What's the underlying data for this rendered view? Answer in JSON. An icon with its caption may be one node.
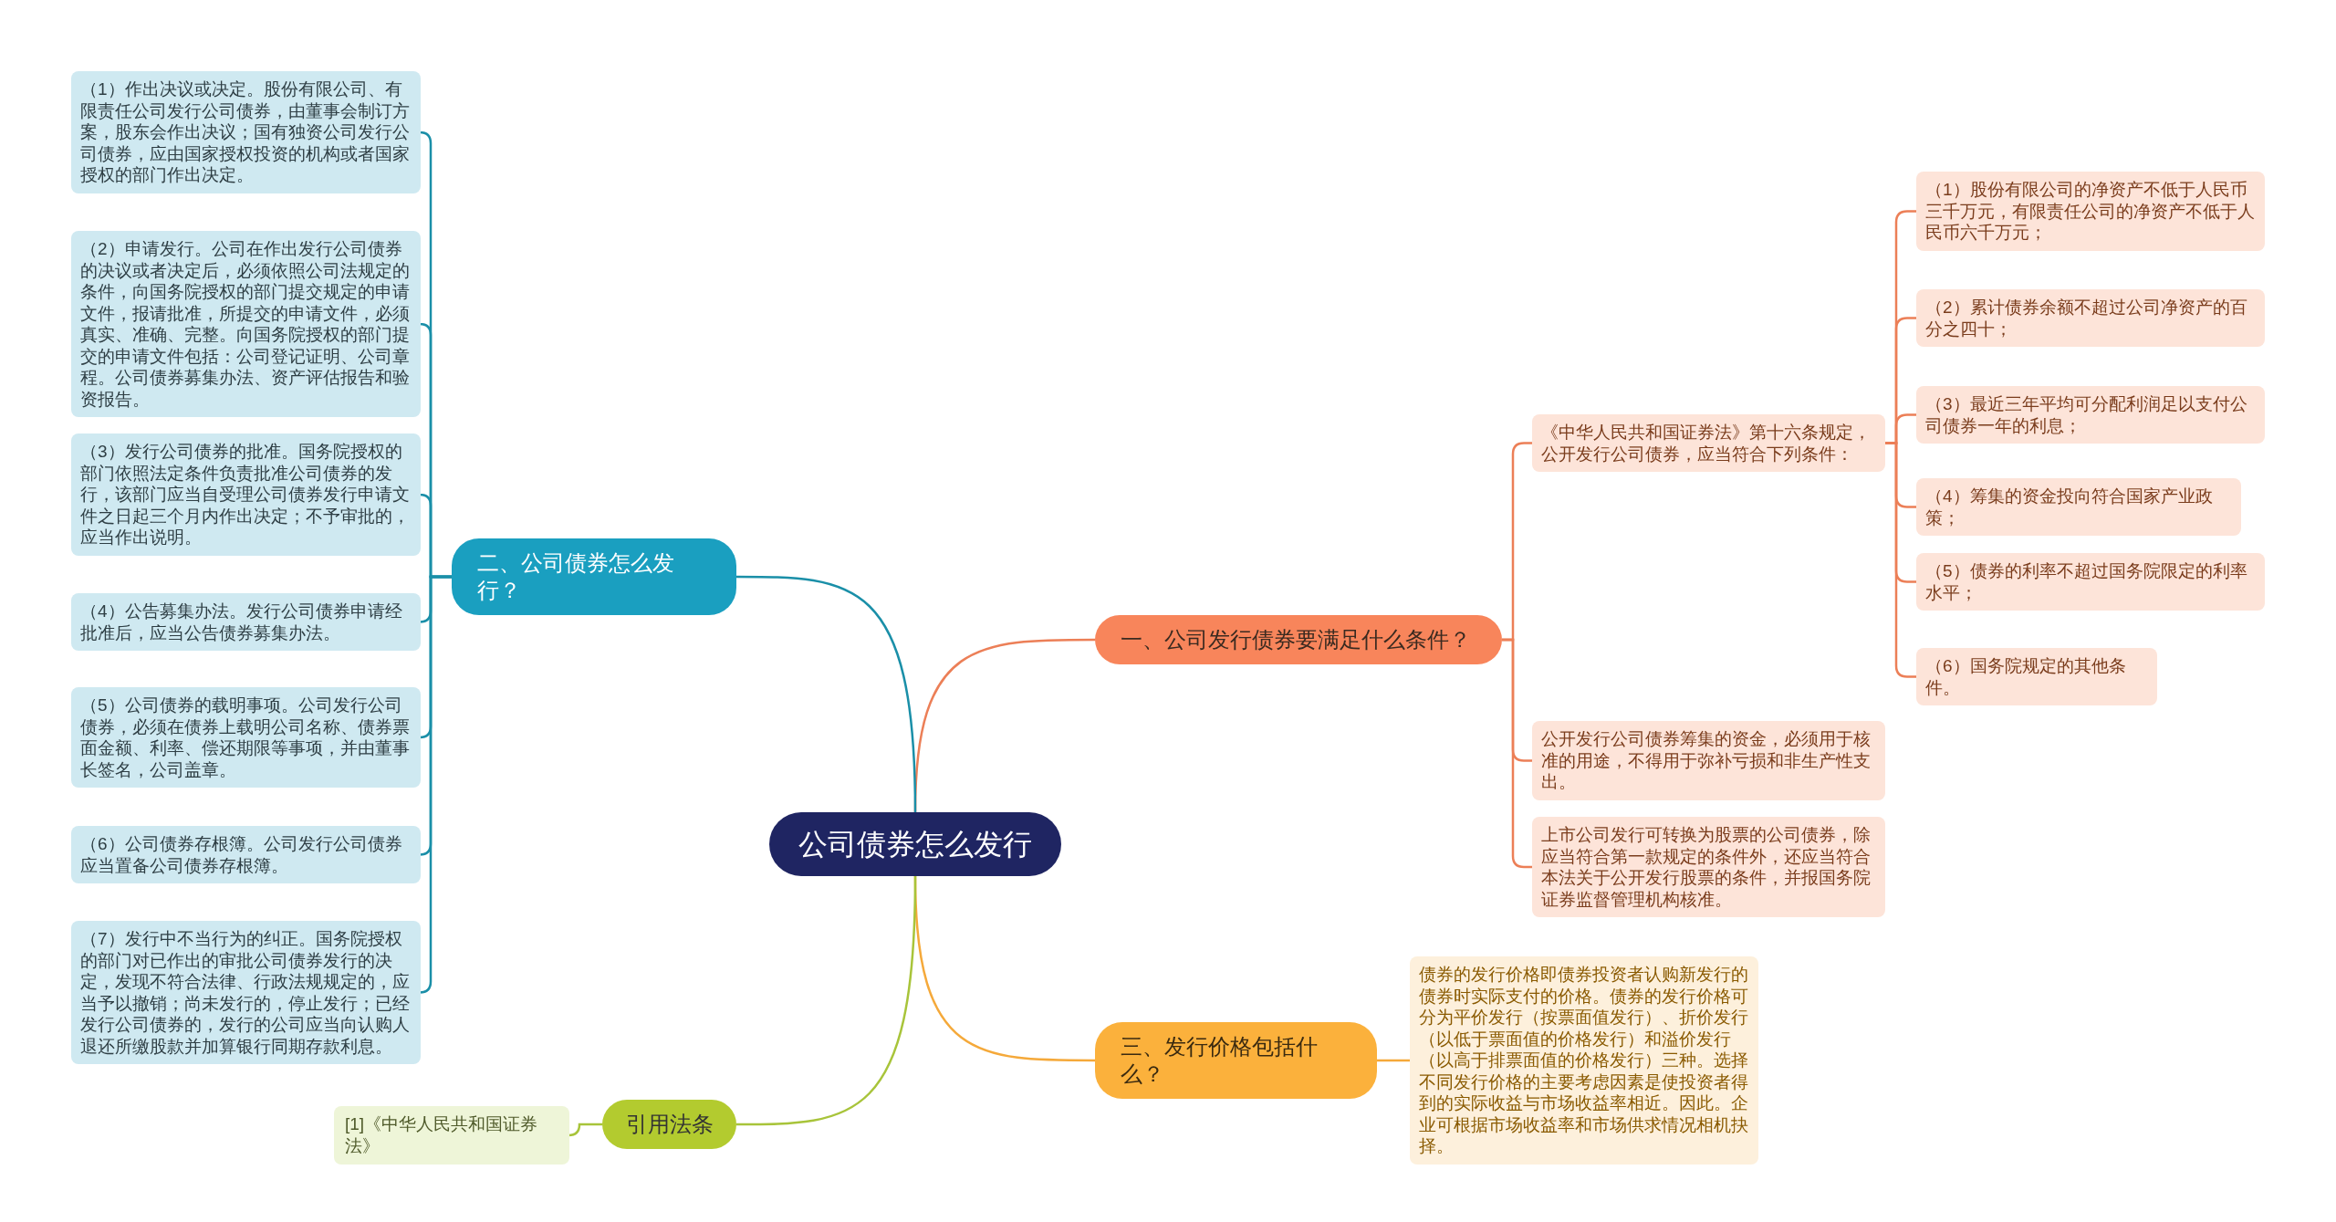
{
  "diagram": {
    "nodes": [
      {
        "text": [
          "公司债券怎么发行"
        ]
      },
      {
        "text": [
          "一、公司发行债券要满足什么条件？"
        ]
      },
      {
        "text": [
          "《中华人民共和国证券法》第十六条规定，公开发行公司债券，应当符合下列条件："
        ]
      },
      {
        "text": [
          "（1）股份有限公司的净资产不低于人民币三千万元，有限责任公司的净资产不低于人民币六千万元；"
        ]
      },
      {
        "text": [
          "（2）累计债券余额不超过公司净资产的百分之四十；"
        ]
      },
      {
        "text": [
          "（3）最近三年平均可分配利润足以支付公司债券一年的利息；"
        ]
      },
      {
        "text": [
          "（4）筹集的资金投向符合国家产业政策；"
        ]
      },
      {
        "text": [
          "（5）债券的利率不超过国务院限定的利率水平；"
        ]
      },
      {
        "text": [
          "（6）国务院规定的其他条件。"
        ]
      },
      {
        "text": [
          "公开发行公司债券筹集的资金，必须用于核准的用途，不得用于弥补亏损和非生产性支出。"
        ]
      },
      {
        "text": [
          "上市公司发行可转换为股票的公司债券，除应当符合第一款规定的条件外，还应当符合本法关于公开发行股票的条件，并报国务院证券监督管理机构核准。"
        ]
      },
      {
        "text": [
          "二、公司债券怎么发行？"
        ]
      },
      {
        "text": [
          "（1）作出决议或决定。股份有限公司、有限责任公司发行公司债券，由董事会制订方案，股东会作出决议；国有独资公司发行公司债券，应由国家授权投资的机构或者国家授权的部门作出决定。"
        ]
      },
      {
        "text": [
          "（2）申请发行。公司在作出发行公司债券的决议或者决定后，必须依照公司法规定的条件，向国务院授权的部门提交规定的申请文件，报请批准，所提交的申请文件，必须真实、准确、完整。向国务院授权的部门提交的申请文件包括：公司登记证明、公司章程。公司债券募集办法、资产评估报告和验资报告。"
        ]
      },
      {
        "text": [
          "（3）发行公司债券的批准。国务院授权的部门依照法定条件负责批准公司债券的发行，该部门应当自受理公司债券发行申请文件之日起三个月内作出决定；不予审批的，应当作出说明。"
        ]
      },
      {
        "text": [
          "（4）公告募集办法。发行公司债券申请经批准后，应当公告债券募集办法。"
        ]
      },
      {
        "text": [
          "（5）公司债券的载明事项。公司发行公司债券，必须在债券上载明公司名称、债券票面金额、利率、偿还期限等事项，并由董事长签名，公司盖章。"
        ]
      },
      {
        "text": [
          "（6）公司债券存根簿。公司发行公司债券应当置备公司债券存根簿。"
        ]
      },
      {
        "text": [
          "（7）发行中不当行为的纠正。国务院授权的部门对已作出的审批公司债券发行的决定，发现不符合法律、行政法规规定的，应当予以撤销；尚未发行的，停止发行；已经发行公司债券的，发行的公司应当向认购人退还所缴股款并加算银行同期存款利息。"
        ]
      },
      {
        "text": [
          "三、发行价格包括什么？"
        ]
      },
      {
        "text": [
          "债券的发行价格即债券投资者认购新发行的债券时实际支付的价格。债券的发行价格可分为平价发行（按票面值发行）、折价发行（以低于票面值的价格发行）和溢价发行（以高于排票面值的价格发行）三种。选择不同发行价格的主要考虑因素是使投资者得到的实际收益与市场收益率相近。因此。企业可根据市场收益率和市场供求情况相机抉择。"
        ]
      },
      {
        "text": [
          "引用法条"
        ]
      },
      {
        "text": [
          "[1]《中华人民共和国证券法》"
        ]
      }
    ],
    "edges": [
      {
        "from": 0,
        "to": 1,
        "arrow": "none"
      },
      {
        "from": 1,
        "to": 2,
        "arrow": "none"
      },
      {
        "from": 2,
        "to": 3,
        "arrow": "none"
      },
      {
        "from": 2,
        "to": 4,
        "arrow": "none"
      },
      {
        "from": 2,
        "to": 5,
        "arrow": "none"
      },
      {
        "from": 2,
        "to": 6,
        "arrow": "none"
      },
      {
        "from": 2,
        "to": 7,
        "arrow": "none"
      },
      {
        "from": 2,
        "to": 8,
        "arrow": "none"
      },
      {
        "from": 1,
        "to": 9,
        "arrow": "none"
      },
      {
        "from": 1,
        "to": 10,
        "arrow": "none"
      },
      {
        "from": 0,
        "to": 11,
        "arrow": "none",
        "color": "#1a8fa8"
      },
      {
        "from": 11,
        "to": 12,
        "arrow": "none",
        "color": "#1a8fa8"
      },
      {
        "from": 11,
        "to": 13,
        "arrow": "none",
        "color": "#1a8fa8"
      },
      {
        "from": 11,
        "to": 14,
        "arrow": "none",
        "color": "#1a8fa8"
      },
      {
        "from": 11,
        "to": 15,
        "arrow": "none",
        "color": "#1a8fa8"
      },
      {
        "from": 11,
        "to": 16,
        "arrow": "none",
        "color": "#1a8fa8"
      },
      {
        "from": 11,
        "to": 17,
        "arrow": "none",
        "color": "#1a8fa8"
      },
      {
        "from": 11,
        "to": 18,
        "arrow": "none",
        "color": "#1a8fa8"
      },
      {
        "from": 0,
        "to": 19,
        "arrow": "none",
        "color": "#f5a93a"
      },
      {
        "from": 19,
        "to": 20,
        "arrow": "none",
        "color": "#f5a93a"
      },
      {
        "from": 0,
        "to": 21,
        "arrow": "none",
        "color": "#a8c43a"
      },
      {
        "from": 21,
        "to": 22,
        "arrow": "none",
        "color": "#a8c43a"
      }
    ]
  }
}
